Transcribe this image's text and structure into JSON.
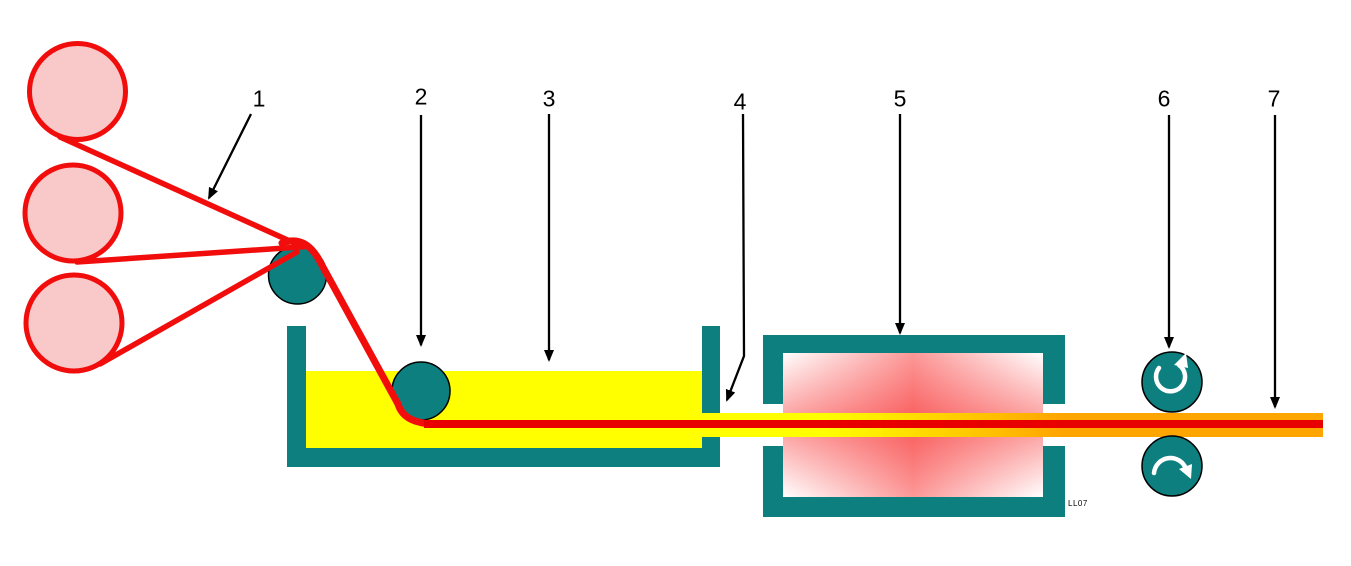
{
  "diagram": {
    "caption": "LL07",
    "labels": [
      {
        "text": "1"
      },
      {
        "text": "2"
      },
      {
        "text": "3"
      },
      {
        "text": "4"
      },
      {
        "text": "5"
      },
      {
        "text": "6"
      },
      {
        "text": "7"
      }
    ],
    "icons": {
      "rotate_ccw": "counterclockwise-rotation-arrow",
      "rotate_cw": "clockwise-rotation-arrow"
    },
    "colors": {
      "machine_teal": "#0d7f7f",
      "spool_fill_pink": "#f9c9c9",
      "wire_red": "#f20d0d",
      "core_red": "#e80000",
      "bath_yellow": "#ffff00",
      "cured_orange": "#ffa500",
      "furnace_glow": "#f85a5a",
      "annotation_black": "#000000"
    }
  }
}
